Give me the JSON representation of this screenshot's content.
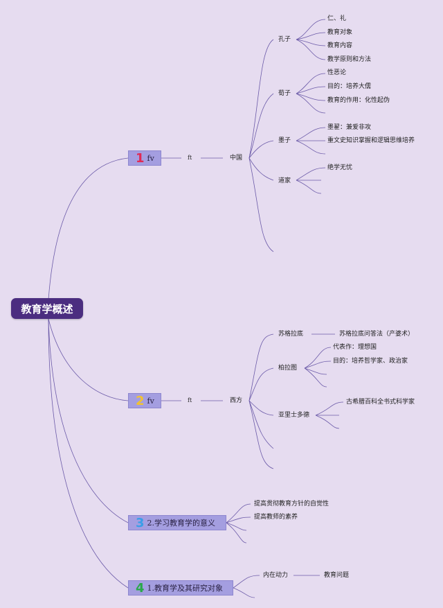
{
  "root": {
    "label": "教育学概述"
  },
  "colors": {
    "background": "#e6dcf0",
    "root": "#4b2d80",
    "branch": "#a49ee0",
    "line": "#6b5aa8",
    "num1": "#e02a55",
    "num2": "#f2c230",
    "num3": "#3a9ee8",
    "num4": "#2aa84a"
  },
  "branches": [
    {
      "number": "1",
      "label": "fv",
      "connector": "ft",
      "node": "中国",
      "children": [
        {
          "label": "孔子",
          "items": [
            "仁、礼",
            "教育对象",
            "教育内容",
            "教学原则和方法"
          ]
        },
        {
          "label": "荀子",
          "items": [
            "性恶论",
            "目的：培养大儒",
            "教育的作用：化性起伪"
          ]
        },
        {
          "label": "墨子",
          "items": [
            "墨翟：兼爱非攻",
            "重文史知识掌握和逻辑思维培养"
          ]
        },
        {
          "label": "道家",
          "items": [
            "绝学无忧"
          ]
        }
      ]
    },
    {
      "number": "2",
      "label": "fv",
      "connector": "ft",
      "node": "西方",
      "children": [
        {
          "label": "苏格拉底",
          "items": [
            "苏格拉底问答法（产婆术）"
          ]
        },
        {
          "label": "柏拉图",
          "items": [
            "代表作：理想国",
            "目的：培养哲学家、政治家"
          ]
        },
        {
          "label": "亚里士多德",
          "items": [
            "古希腊百科全书式科学家"
          ]
        }
      ]
    },
    {
      "number": "3",
      "label": "2.学习教育学的意义",
      "items": [
        "提高贯彻教育方针的自觉性",
        "提高教师的素养"
      ]
    },
    {
      "number": "4",
      "label": "1.教育学及其研究对象",
      "items": [
        "内在动力"
      ],
      "sub": "教育问题"
    }
  ]
}
